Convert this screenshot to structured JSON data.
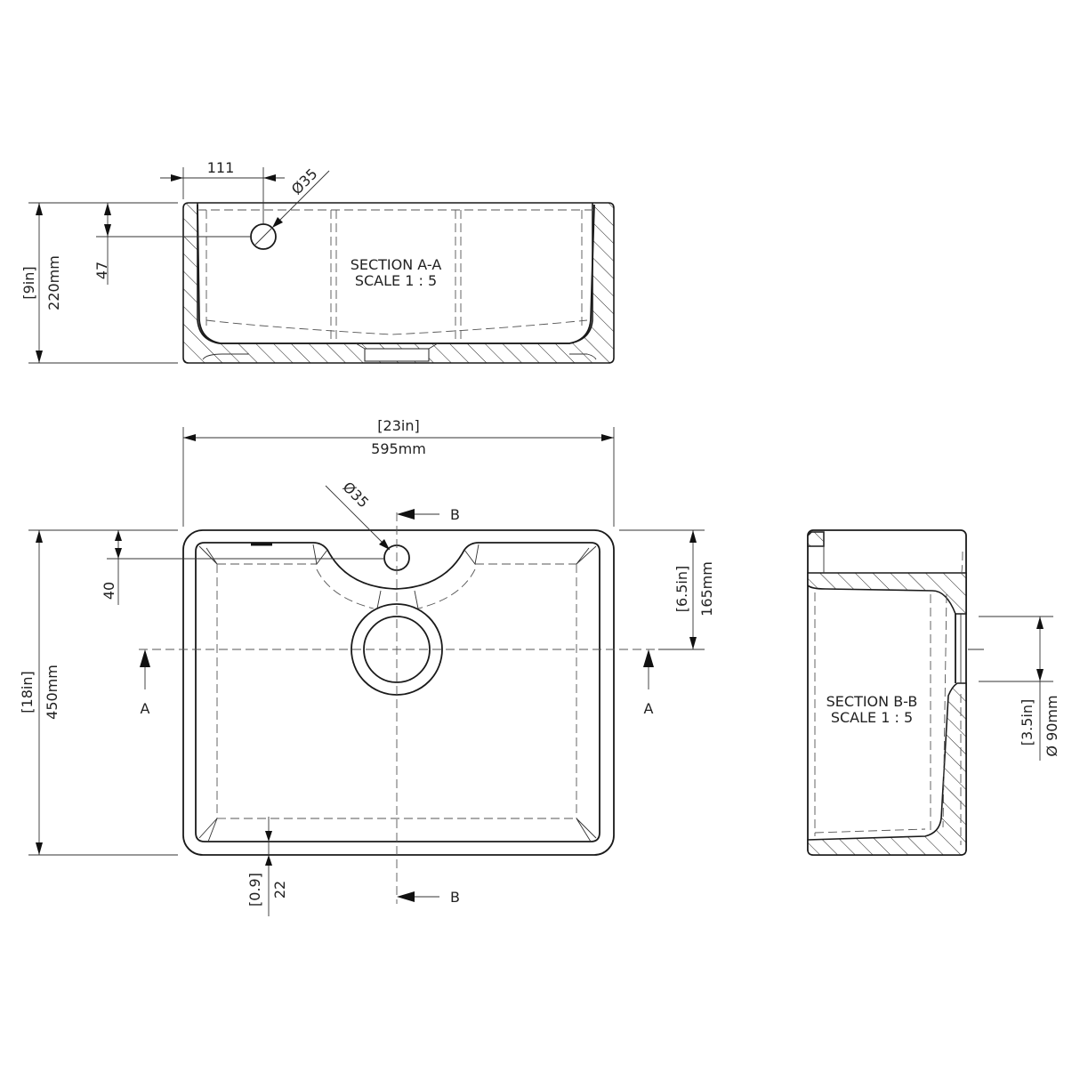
{
  "drawing": {
    "type": "technical-drawing",
    "subject": "Belfast-style single bowl ceramic sink",
    "views": {
      "section_a": {
        "title": "SECTION A-A",
        "scale": "SCALE 1 : 5",
        "dimensions": {
          "height_in": "[9in]",
          "height_mm": "220mm",
          "tap_hole_from_top": "47",
          "tap_hole_offset": "111",
          "tap_hole_diameter": "Ø35"
        }
      },
      "plan": {
        "dimensions": {
          "width_in": "[23in]",
          "width_mm": "595mm",
          "depth_in": "[18in]",
          "depth_mm": "450mm",
          "tap_hole_from_edge": "40",
          "tap_hole_diameter": "Ø35",
          "waste_from_back_in": "[6.5in]",
          "waste_from_back_mm": "165mm",
          "rim_thickness_in": "[0.9]",
          "rim_thickness_mm": "22"
        },
        "section_markers": {
          "a_left": "A",
          "a_right": "A",
          "b_top": "B",
          "b_bottom": "B"
        }
      },
      "section_b": {
        "title": "SECTION B-B",
        "scale": "SCALE 1 : 5",
        "dimensions": {
          "waste_diameter_in": "[3.5in]",
          "waste_diameter_mm": "Ø 90mm"
        }
      }
    }
  }
}
